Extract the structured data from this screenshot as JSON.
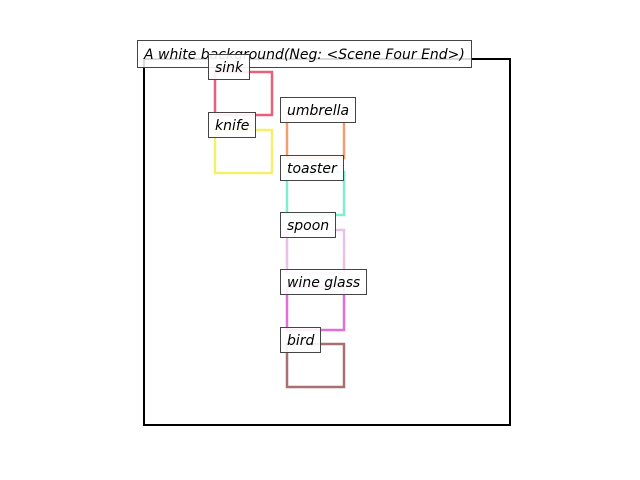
{
  "scene": {
    "title": "A white background(Neg: <Scene Four End>)"
  },
  "objects": [
    {
      "label": "sink",
      "color": "#e8607a"
    },
    {
      "label": "knife",
      "color": "#f5ef6a"
    },
    {
      "label": "umbrella",
      "color": "#f0a070"
    },
    {
      "label": "toaster",
      "color": "#80ecd0"
    },
    {
      "label": "spoon",
      "color": "#e8c0e8"
    },
    {
      "label": "wine glass",
      "color": "#e070d8"
    },
    {
      "label": "bird",
      "color": "#a87070"
    }
  ]
}
